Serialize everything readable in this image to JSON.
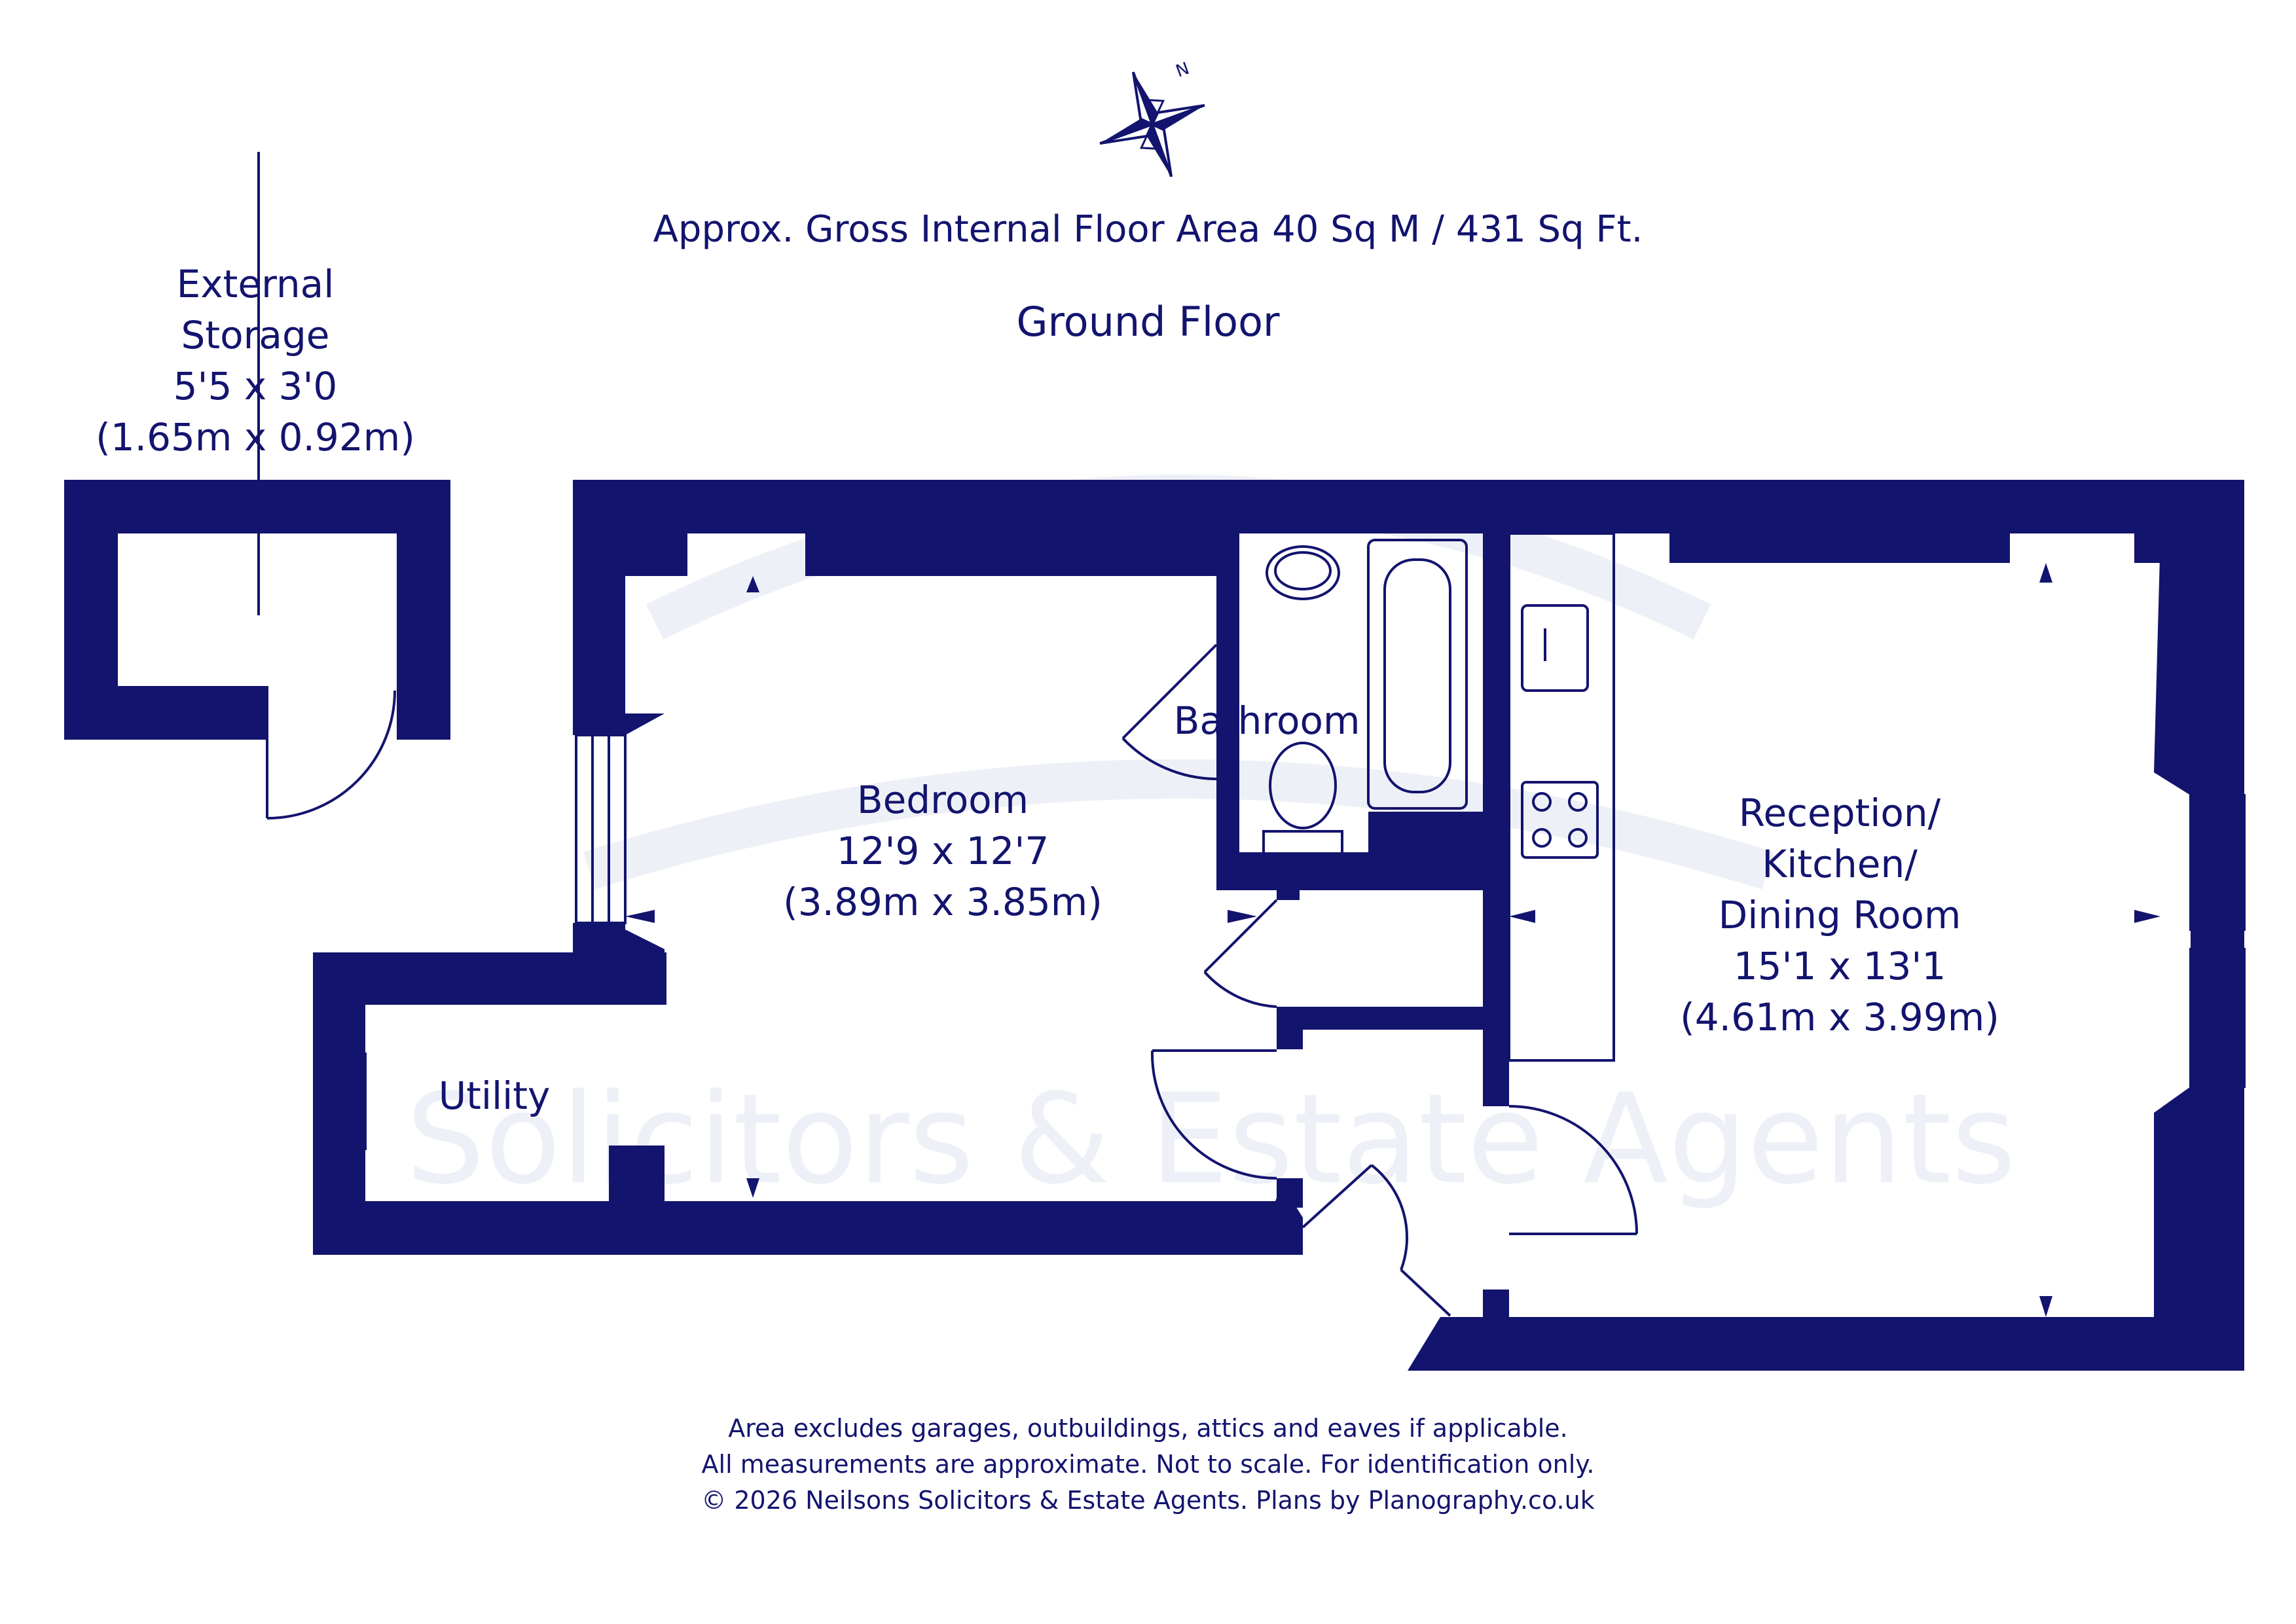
{
  "header": {
    "area": "Approx. Gross Internal Floor Area 40 Sq M / 431 Sq Ft.",
    "floor": "Ground Floor"
  },
  "compass": {
    "label": "N"
  },
  "rooms": {
    "external_storage": {
      "name_line1": "External",
      "name_line2": "Storage",
      "imperial": "5'5 x 3'0",
      "metric": "(1.65m x 0.92m)"
    },
    "bedroom": {
      "name": "Bedroom",
      "imperial": "12'9 x 12'7",
      "metric": "(3.89m x 3.85m)"
    },
    "bathroom": {
      "name": "Bathroom"
    },
    "reception": {
      "name_line1": "Reception/",
      "name_line2": "Kitchen/",
      "name_line3": "Dining Room",
      "imperial": "15'1 x 13'1",
      "metric": "(4.61m x 3.99m)"
    },
    "utility": {
      "name": "Utility"
    }
  },
  "watermark": {
    "text": "Solicitors & Estate Agents"
  },
  "footer": {
    "line1": "Area excludes garages, outbuildings, attics and eaves if applicable.",
    "line2": "All measurements are approximate. Not to scale. For identification only.",
    "line3": "© 2026 Neilsons Solicitors & Estate Agents. Plans by Planography.co.uk"
  },
  "colors": {
    "wall": "#13146e",
    "watermark": "#eef0f7",
    "background": "#ffffff"
  }
}
